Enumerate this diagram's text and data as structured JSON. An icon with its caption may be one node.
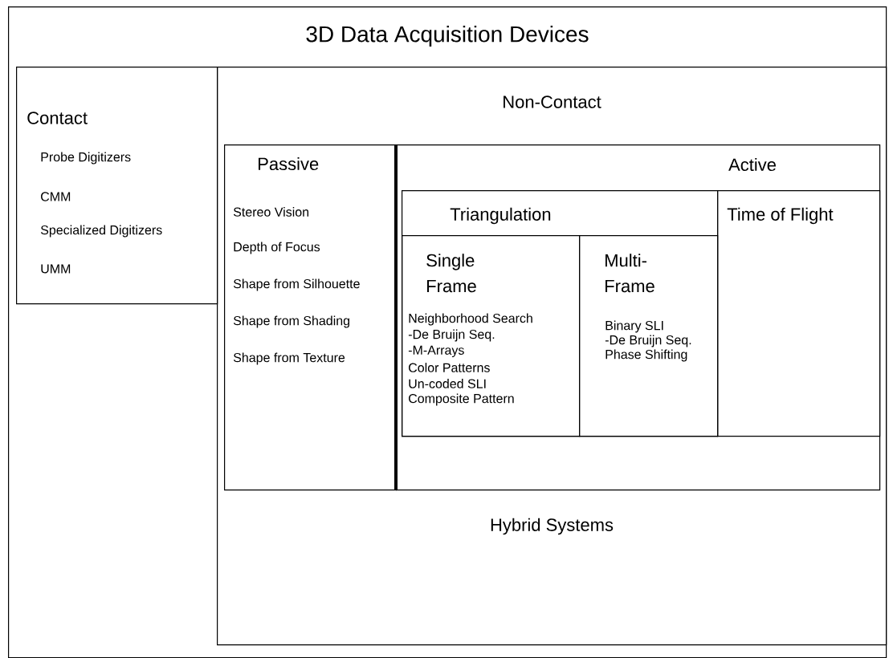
{
  "diagram": {
    "nodes": [
      {
        "text": [
          "3D Data Acquisition Devices"
        ]
      },
      {
        "text": [
          "Contact",
          "Probe Digitizers",
          "CMM",
          "Specialized Digitizers",
          "UMM"
        ],
        "in": 0
      },
      {
        "text": [
          "Non-Contact",
          "Hybrid Systems"
        ],
        "in": 0
      },
      {
        "text": [
          "Passive",
          "Stereo Vision",
          "Depth of Focus",
          "Shape from Silhouette",
          "Shape from Shading",
          "Shape from Texture"
        ],
        "in": 2
      },
      {
        "text": [
          "Active"
        ],
        "in": 2
      },
      {
        "text": [
          "Triangulation"
        ],
        "in": 4
      },
      {
        "text": [
          "Time of Flight"
        ],
        "in": 4
      },
      {
        "text": [
          "Single Frame",
          "Neighborhood Search",
          "-De Bruijn Seq.",
          "-M-Arrays",
          "Color Patterns",
          "Un-coded SLI",
          "Composite Pattern"
        ],
        "in": 5
      },
      {
        "text": [
          "Multi-Frame",
          "Binary SLI",
          "-De Bruijn Seq.",
          "Phase Shifting"
        ],
        "in": 5
      }
    ],
    "edges": []
  }
}
